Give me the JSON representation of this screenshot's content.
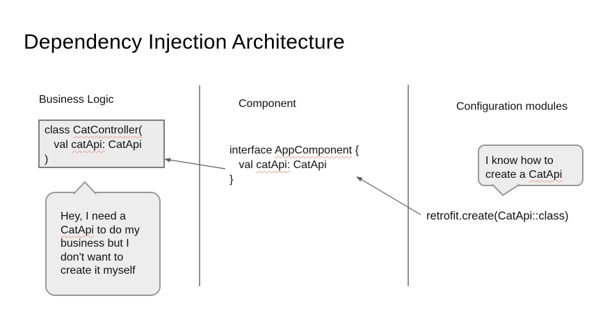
{
  "title": "Dependency Injection Architecture",
  "columns": {
    "business_logic": {
      "label": "Business Logic"
    },
    "component": {
      "label": "Component"
    },
    "configuration": {
      "label": "Configuration modules"
    }
  },
  "cat_controller_box": {
    "lines": [
      {
        "pre": "class ",
        "mis": "CatController(",
        "post": ""
      },
      {
        "pre": "   val ",
        "mis": "catApi:",
        "post": " CatApi"
      },
      {
        "pre": ")",
        "mis": "",
        "post": ""
      }
    ]
  },
  "app_component_code": {
    "lines": [
      {
        "pre": "interface ",
        "mis": "AppComponent",
        "post": " {"
      },
      {
        "pre": "   val ",
        "mis": "catApi:",
        "post": " CatApi"
      },
      {
        "pre": "}",
        "mis": "",
        "post": ""
      }
    ]
  },
  "business_bubble": {
    "lines": [
      {
        "pre": "Hey, I need a",
        "mis": "",
        "post": ""
      },
      {
        "pre": "",
        "mis": "CatApi",
        "post": " to do my"
      },
      {
        "pre": "business but I",
        "mis": "",
        "post": ""
      },
      {
        "pre": "don't want to",
        "mis": "",
        "post": ""
      },
      {
        "pre": "create it myself",
        "mis": "",
        "post": ""
      }
    ]
  },
  "config_bubble": {
    "lines": [
      {
        "pre": "I know how to",
        "mis": "",
        "post": ""
      },
      {
        "pre": "create a ",
        "mis": "CatApi",
        "post": ""
      }
    ]
  },
  "retrofit_code": "retrofit.create(CatApi::class)",
  "colors": {
    "background": "#ffffff",
    "text": "#111111",
    "box_fill": "#ececec",
    "box_border": "#7d7d7d",
    "bubble_fill": "#ededed",
    "bubble_border": "#999999",
    "divider": "#8f8f8f",
    "arrow": "#5f5f5f",
    "spellcheck_squiggle": "#eba49b"
  }
}
